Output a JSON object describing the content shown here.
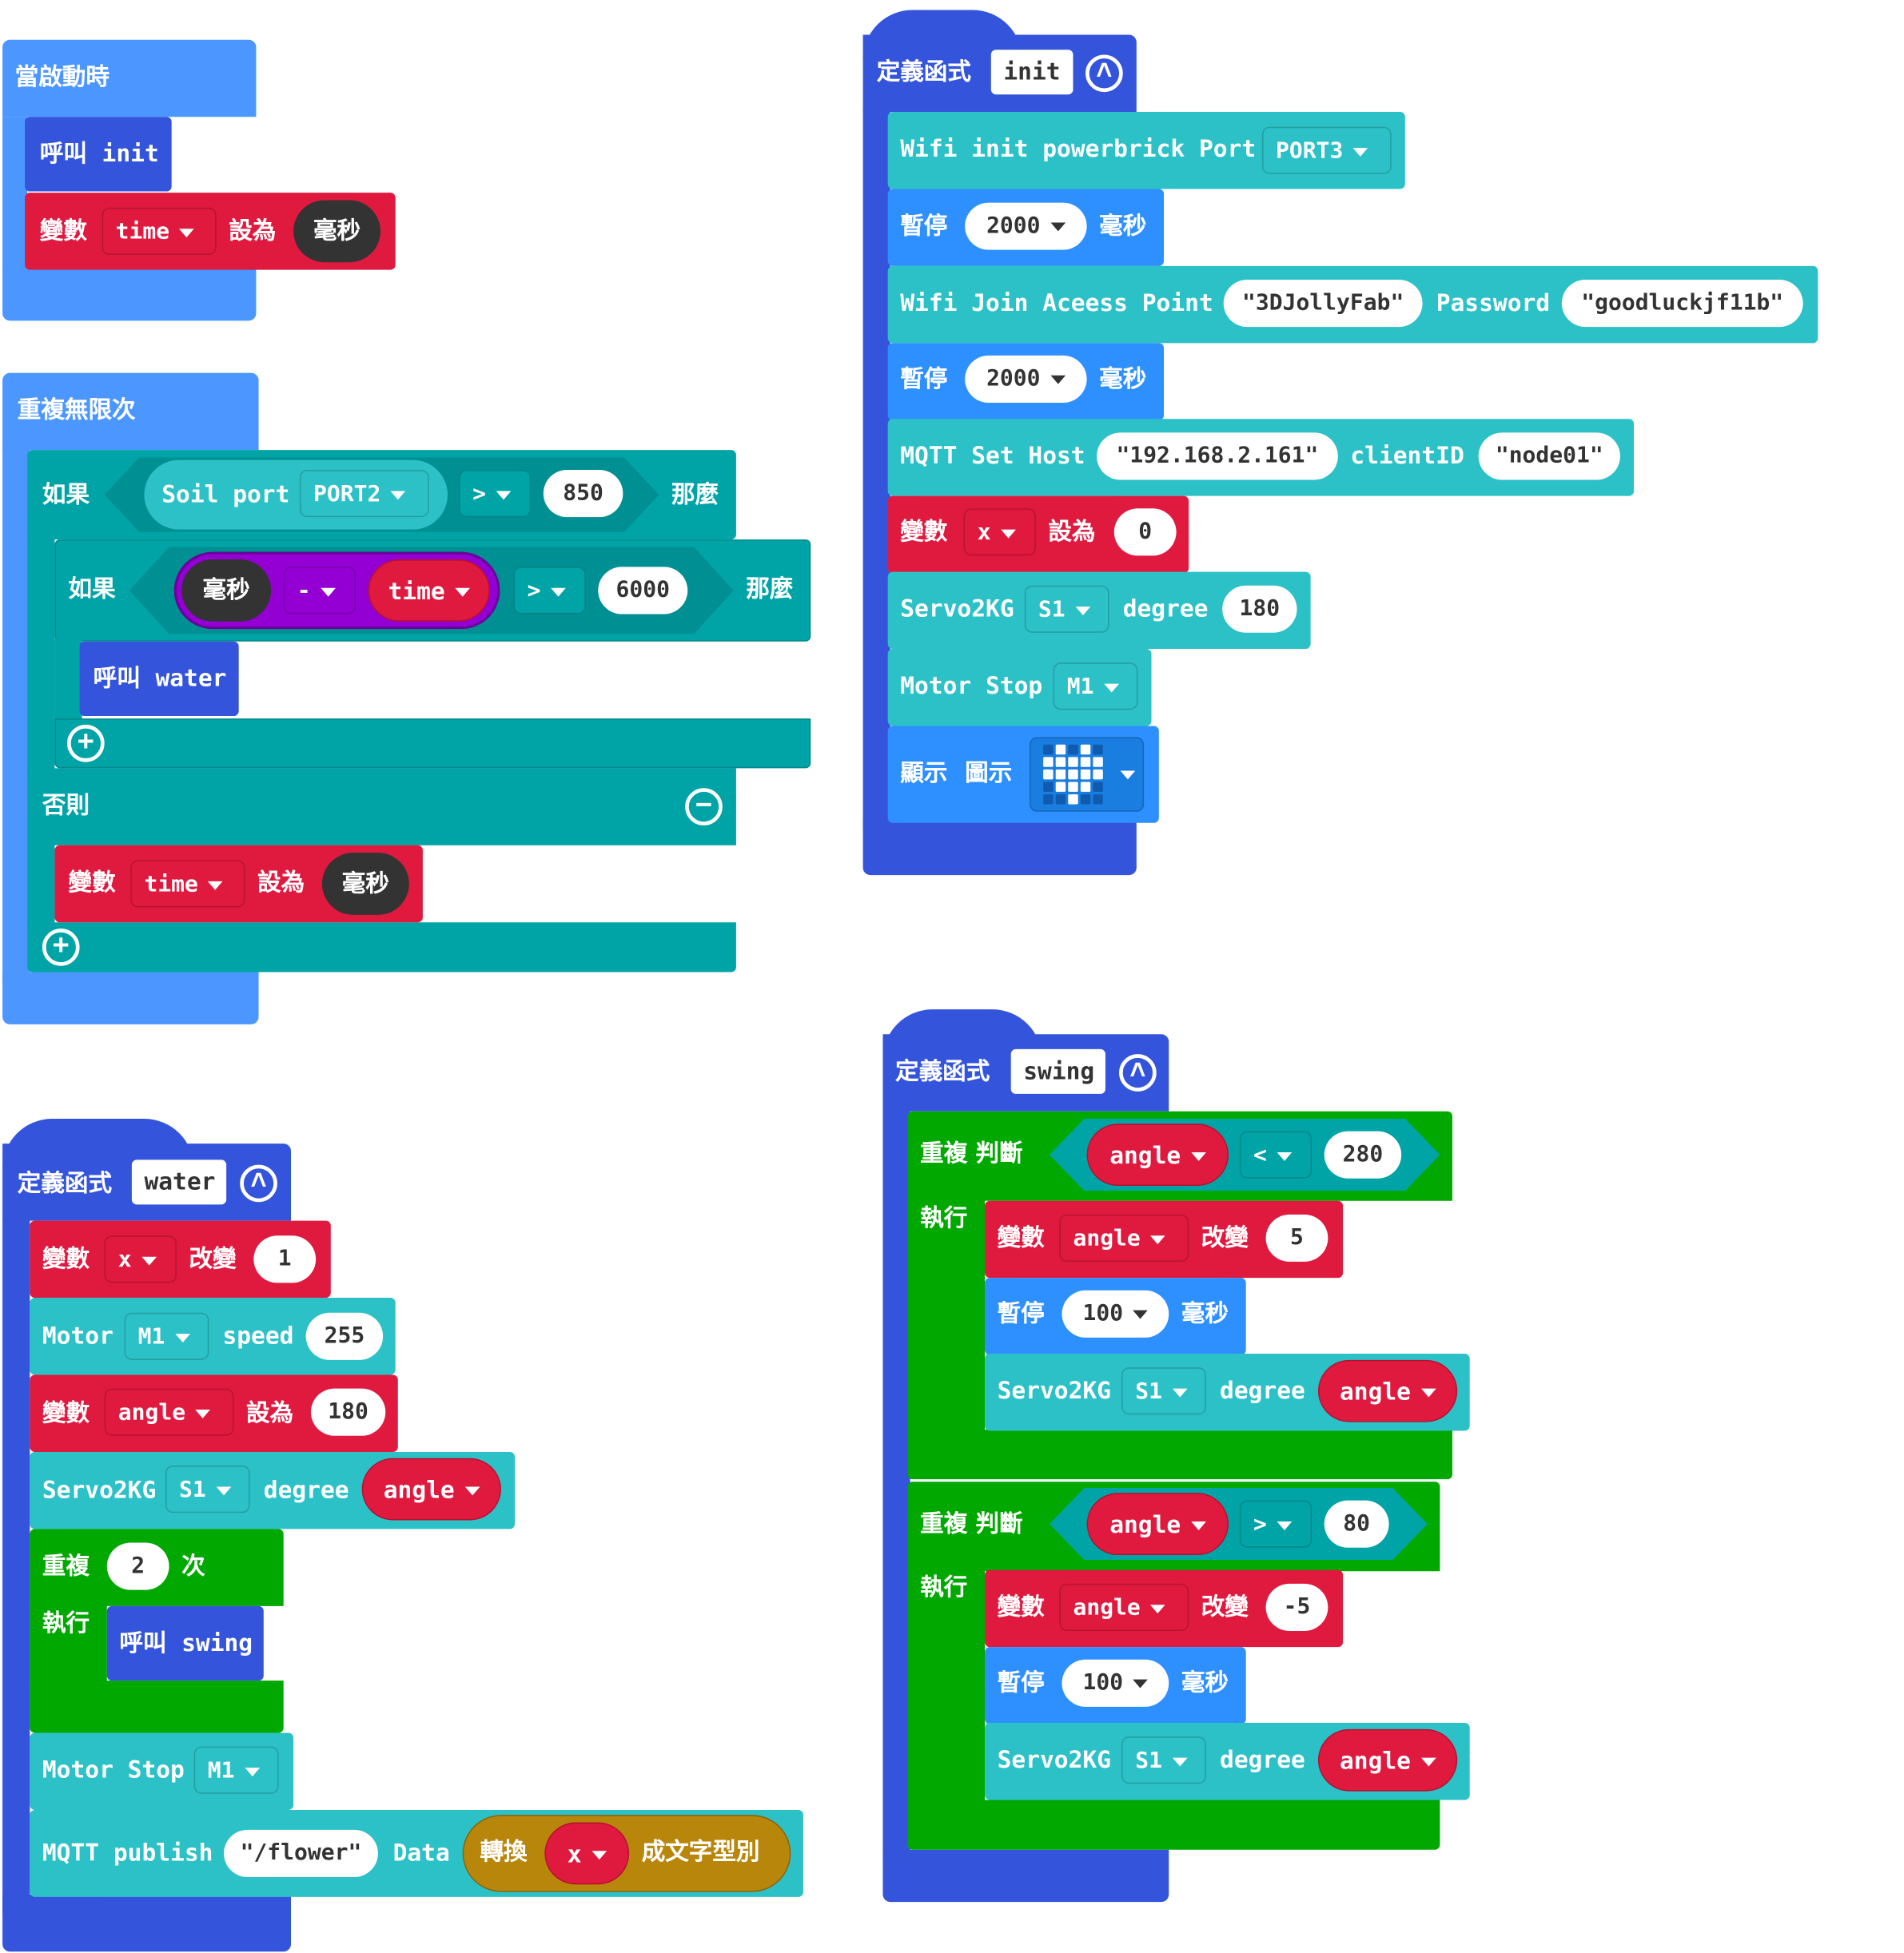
{
  "colors": {
    "basic": "#4c97ff",
    "function": "#3455db",
    "logic": "#00a4a6",
    "cyan_ext": "#2cc1c7",
    "variables": "#e0193f",
    "loops": "#00a800",
    "math": "#9400d3",
    "text": "#b8860b"
  },
  "on_start": {
    "hat": "當啟動時",
    "call_label": "呼叫",
    "call_name": "init",
    "set_var": "變數",
    "set_name": "time",
    "set_to": "設為",
    "set_value": "毫秒"
  },
  "forever": {
    "hat": "重複無限次",
    "if_label": "如果",
    "then_label": "那麼",
    "else_label": "否則",
    "soil_label": "Soil port",
    "soil_port": "PORT2",
    "compare_op": ">",
    "compare_value": "850",
    "inner_if_label": "如果",
    "inner_then_label": "那麼",
    "inner_ms": "毫秒",
    "inner_minus": "-",
    "inner_var": "time",
    "inner_op": ">",
    "inner_value": "6000",
    "call_label": "呼叫",
    "call_name": "water",
    "else_set_var": "變數",
    "else_set_name": "time",
    "else_set_to": "設為",
    "else_set_value": "毫秒"
  },
  "func_init": {
    "define": "定義函式",
    "name": "init",
    "wifi_init": "Wifi init powerbrick Port",
    "wifi_port": "PORT3",
    "pause1": "暫停",
    "pause1_value": "2000",
    "pause1_unit": "毫秒",
    "wifi_join": "Wifi Join Aceess Point",
    "ssid": "3DJollyFab",
    "password_label": "Password",
    "password": "goodluckjf11b",
    "pause2": "暫停",
    "pause2_value": "2000",
    "pause2_unit": "毫秒",
    "mqtt_host": "MQTT Set Host",
    "host": "192.168.2.161",
    "client_label": "clientID",
    "client_id": "node01",
    "set_var": "變數",
    "set_name": "x",
    "set_to": "設為",
    "set_value": "0",
    "servo_label": "Servo2KG",
    "servo_port": "S1",
    "degree_label": "degree",
    "degree_value": "180",
    "motor_stop": "Motor Stop",
    "motor_port": "M1",
    "show_label": "顯示",
    "icon_label": "圖示"
  },
  "func_water": {
    "define": "定義函式",
    "name": "water",
    "change_var": "變數",
    "change_name": "x",
    "change_label": "改變",
    "change_value": "1",
    "motor_label": "Motor",
    "motor_port": "M1",
    "speed_label": "speed",
    "speed_value": "255",
    "set_var": "變數",
    "set_name": "angle",
    "set_to": "設為",
    "set_value": "180",
    "servo_label": "Servo2KG",
    "servo_port": "S1",
    "degree_label": "degree",
    "degree_var": "angle",
    "repeat_label": "重複",
    "repeat_count": "2",
    "repeat_times": "次",
    "do_label": "執行",
    "call_label": "呼叫",
    "call_name": "swing",
    "motor_stop": "Motor Stop",
    "motor_stop_port": "M1",
    "mqtt_publish": "MQTT publish",
    "topic": "/flower",
    "data_label": "Data",
    "convert_label": "轉換",
    "convert_var": "x",
    "convert_suffix": "成文字型別"
  },
  "func_swing": {
    "define": "定義函式",
    "name": "swing",
    "while1_label": "重複 判斷",
    "while1_var": "angle",
    "while1_op": "<",
    "while1_value": "280",
    "do1_label": "執行",
    "change1_var": "變數",
    "change1_name": "angle",
    "change1_label": "改變",
    "change1_value": "5",
    "pause1": "暫停",
    "pause1_value": "100",
    "pause1_unit": "毫秒",
    "servo1_label": "Servo2KG",
    "servo1_port": "S1",
    "servo1_degree": "degree",
    "servo1_var": "angle",
    "while2_label": "重複 判斷",
    "while2_var": "angle",
    "while2_op": ">",
    "while2_value": "80",
    "do2_label": "執行",
    "change2_var": "變數",
    "change2_name": "angle",
    "change2_label": "改變",
    "change2_value": "-5",
    "pause2": "暫停",
    "pause2_value": "100",
    "pause2_unit": "毫秒",
    "servo2_label": "Servo2KG",
    "servo2_port": "S1",
    "servo2_degree": "degree",
    "servo2_var": "angle"
  }
}
